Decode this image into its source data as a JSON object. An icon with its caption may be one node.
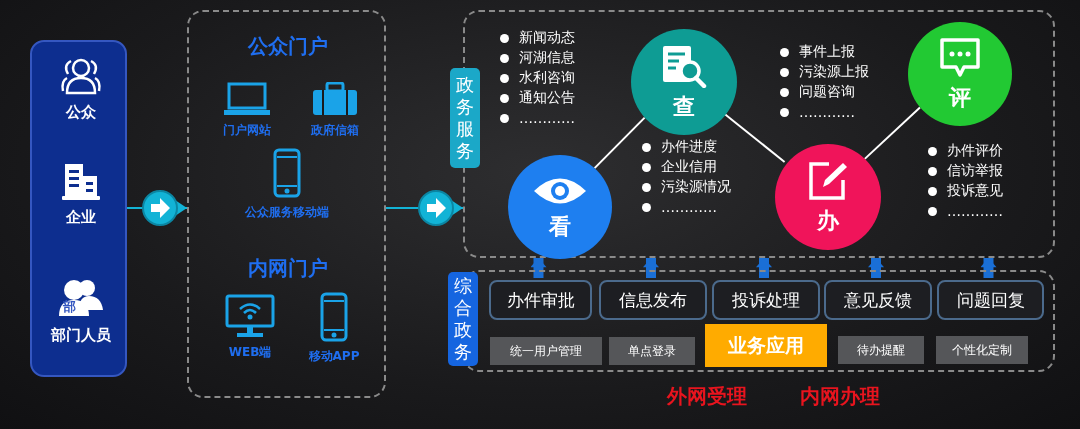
{
  "diagram": {
    "nodes": [
      {
        "text": [],
        "shape": "box"
      },
      {
        "text": [
          "公众"
        ],
        "in": 0
      },
      {
        "text": [
          "企业"
        ],
        "in": 0
      },
      {
        "text": [
          "部",
          "部门人员"
        ],
        "in": 0
      },
      {
        "text": [],
        "shape": "box"
      },
      {
        "text": [
          "门户网站"
        ],
        "in": 4
      },
      {
        "text": [
          "政府信箱"
        ],
        "in": 4
      },
      {
        "text": [
          "公众服务移动端"
        ],
        "in": 4
      },
      {
        "text": [
          "WEB端"
        ],
        "in": 4
      },
      {
        "text": [
          "移动APP"
        ],
        "in": 4
      },
      {
        "text": [],
        "shape": "box"
      },
      {
        "text": [
          "政务服务"
        ]
      },
      {
        "text": [
          "看"
        ],
        "in": 10,
        "beside": [
          "新闻动态",
          "河湖信息",
          "水利咨询",
          "通知公告",
          "…………"
        ]
      },
      {
        "text": [
          "查"
        ],
        "in": 10,
        "beside": [
          "办件进度",
          "企业信用",
          "污染源情况",
          "…………"
        ]
      },
      {
        "text": [
          "办"
        ],
        "in": 10,
        "beside": [
          "事件上报",
          "污染源上报",
          "问题咨询",
          "…………"
        ]
      },
      {
        "text": [
          "评"
        ],
        "in": 10,
        "beside": [
          "办件评价",
          "信访举报",
          "投诉意见",
          "…………"
        ]
      },
      {
        "text": [],
        "shape": "box"
      },
      {
        "text": [
          "综合政务"
        ]
      },
      {
        "text": [
          "办件审批"
        ],
        "in": 16
      },
      {
        "text": [
          "信息发布"
        ],
        "in": 16
      },
      {
        "text": [
          "投诉处理"
        ],
        "in": 16
      },
      {
        "text": [
          "意见反馈"
        ],
        "in": 16
      },
      {
        "text": [
          "问题回复"
        ],
        "in": 16
      },
      {
        "text": [
          "统一用户管理"
        ],
        "in": 16
      },
      {
        "text": [
          "单点登录"
        ],
        "in": 16
      },
      {
        "text": [
          "业务应用"
        ],
        "in": 16
      },
      {
        "text": [
          "待办提醒"
        ],
        "in": 16
      },
      {
        "text": [
          "个性化定制"
        ],
        "in": 16
      }
    ],
    "edges": [
      {
        "from": 0,
        "to": 4,
        "arrow": "to",
        "color": "#12b3d6"
      },
      {
        "from": 4,
        "to": 10,
        "arrow": "to",
        "color": "#12b3d6"
      },
      {
        "from": 12,
        "to": 13,
        "arrow": "none",
        "color": "#ffffff"
      },
      {
        "from": 13,
        "to": 14,
        "arrow": "none",
        "color": "#ffffff"
      },
      {
        "from": 14,
        "to": 15,
        "arrow": "none",
        "color": "#ffffff"
      },
      {
        "from": 18,
        "to": 10,
        "arrow": "to",
        "style": "thick"
      },
      {
        "from": 19,
        "to": 10,
        "arrow": "to",
        "style": "thick"
      },
      {
        "from": 20,
        "to": 10,
        "arrow": "to",
        "style": "thick"
      },
      {
        "from": 21,
        "to": 10,
        "arrow": "to",
        "style": "thick"
      },
      {
        "from": 22,
        "to": 10,
        "arrow": "to",
        "style": "thick"
      }
    ],
    "labels": [
      "公众门户",
      "内网门户",
      "外网受理",
      "内网办理"
    ]
  }
}
